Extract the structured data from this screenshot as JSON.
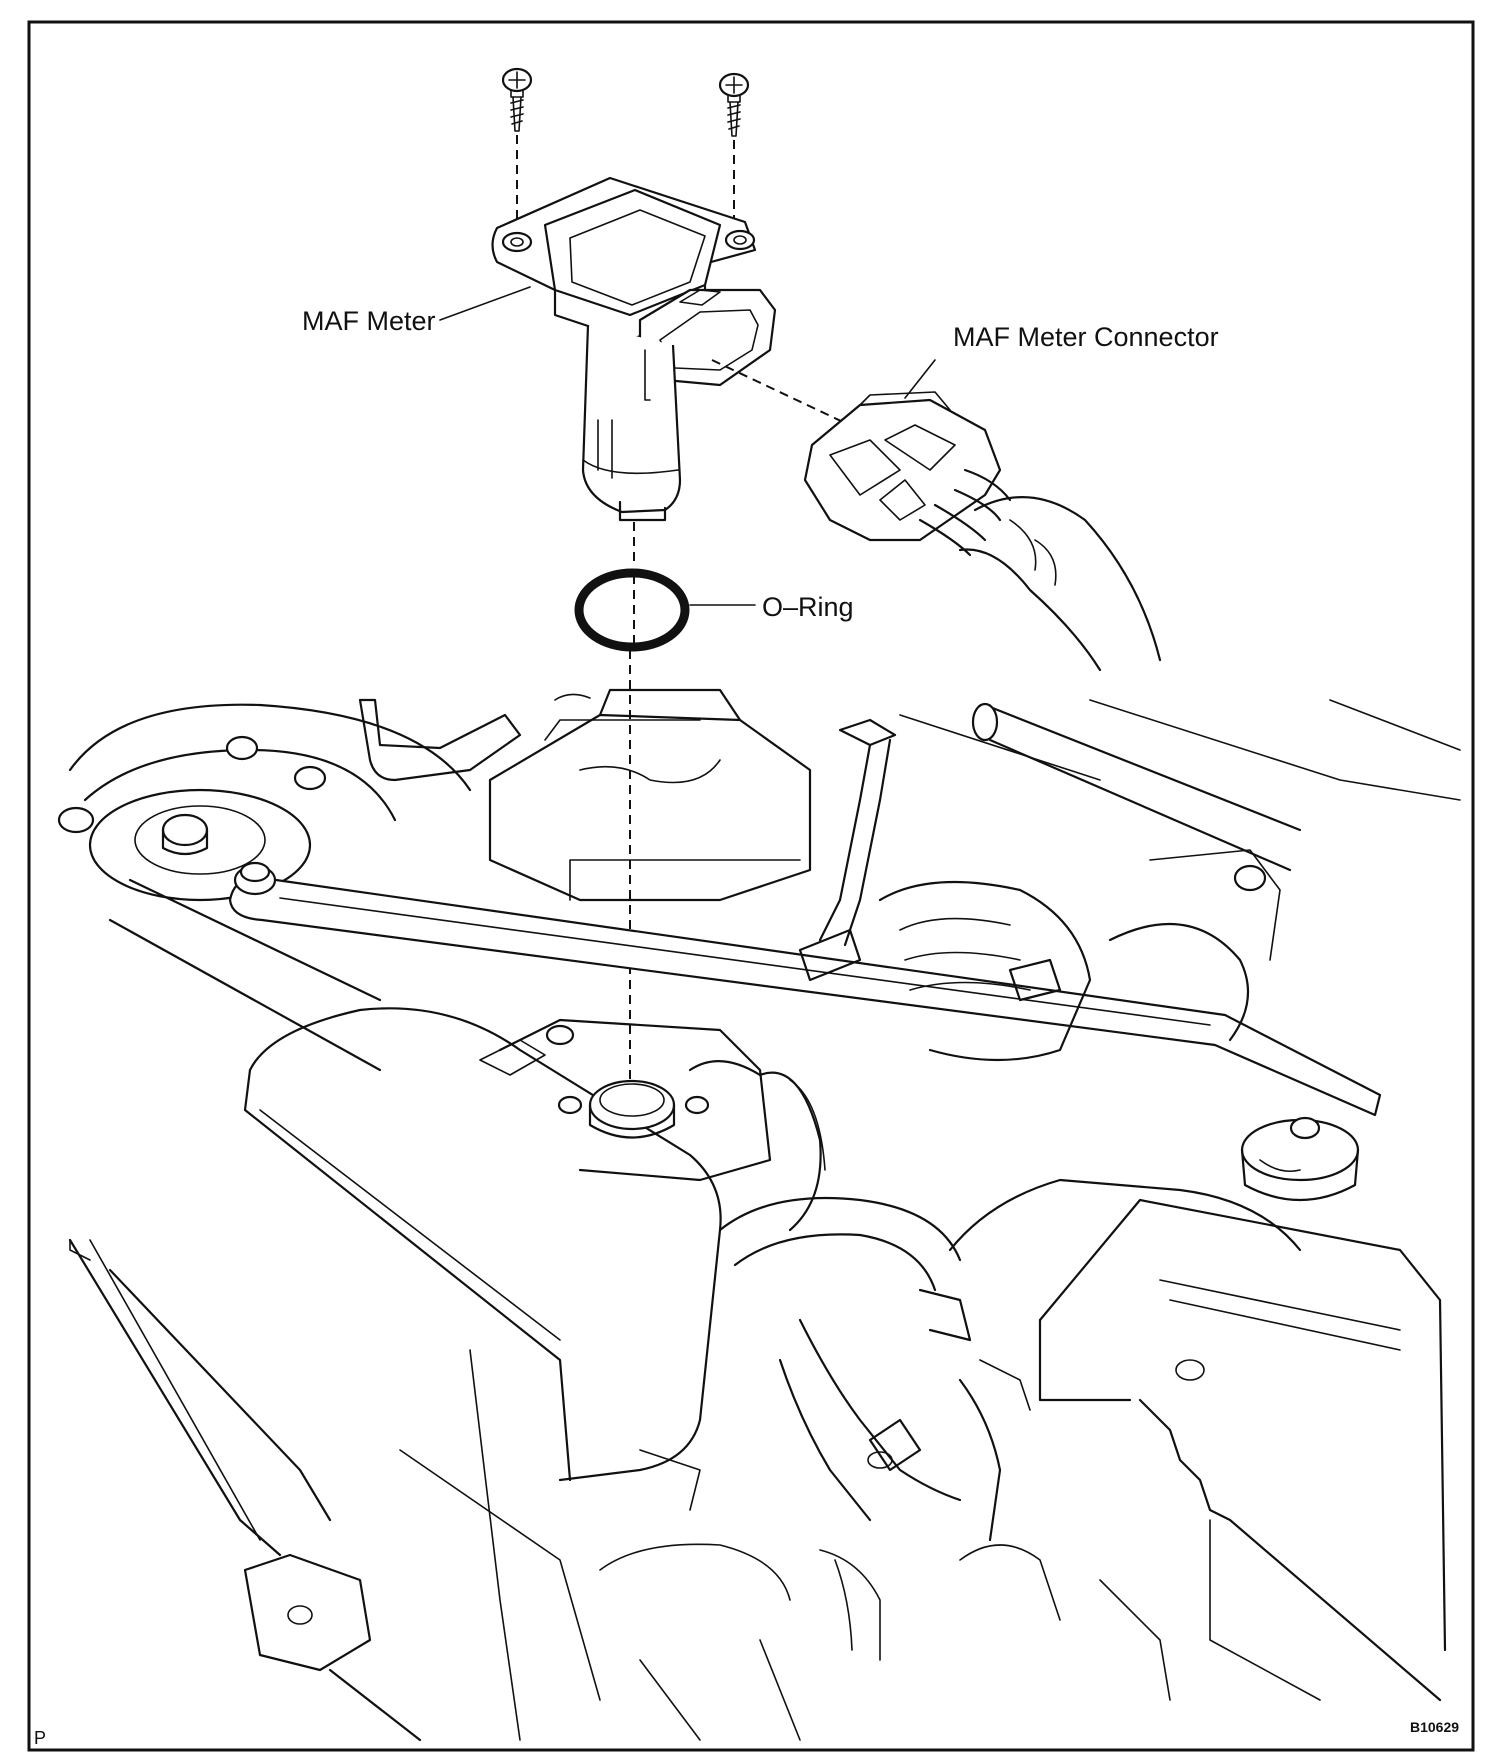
{
  "labels": {
    "maf_meter": "MAF Meter",
    "maf_meter_connector": "MAF Meter Connector",
    "o_ring": "O–Ring"
  },
  "corner_marks": {
    "bottom_left": "P",
    "figure_number": "B10629"
  }
}
